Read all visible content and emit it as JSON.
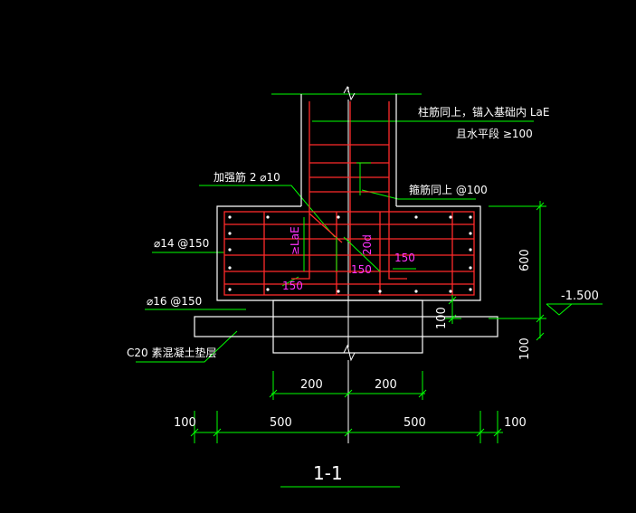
{
  "colors": {
    "background": "#000000",
    "outline": "#ffffff",
    "rebar": "#ff2a2a",
    "leader": "#00ff00",
    "dimension": "#00ff00",
    "magenta_text": "#ff33ff",
    "text": "#ffffff"
  },
  "labels": {
    "column_note_1": "柱筋同上，锚入基础内  LaE",
    "column_note_2": "且水平段  ≥100",
    "reinforce_bar": "加强筋  2 ⌀10",
    "stirrup_note": "箍筋同上  @100",
    "bar_top": "⌀14 @150",
    "bar_bottom": "⌀16 @150",
    "cushion": "C20 素混凝土垫层"
  },
  "magenta_labels": {
    "lae": "≥LaE",
    "twenty_d": "20d",
    "d150_a": "150",
    "d150_b": "150",
    "d150_c": "150"
  },
  "dimensions": {
    "h_200_left": "200",
    "h_200_right": "200",
    "h_100_left": "100",
    "h_500_left": "500",
    "h_500_right": "500",
    "h_100_right": "100",
    "v_600": "600",
    "v_100_right": "100",
    "v_100_mid": "100"
  },
  "elevation": "-1.500",
  "section_title": "1-1"
}
